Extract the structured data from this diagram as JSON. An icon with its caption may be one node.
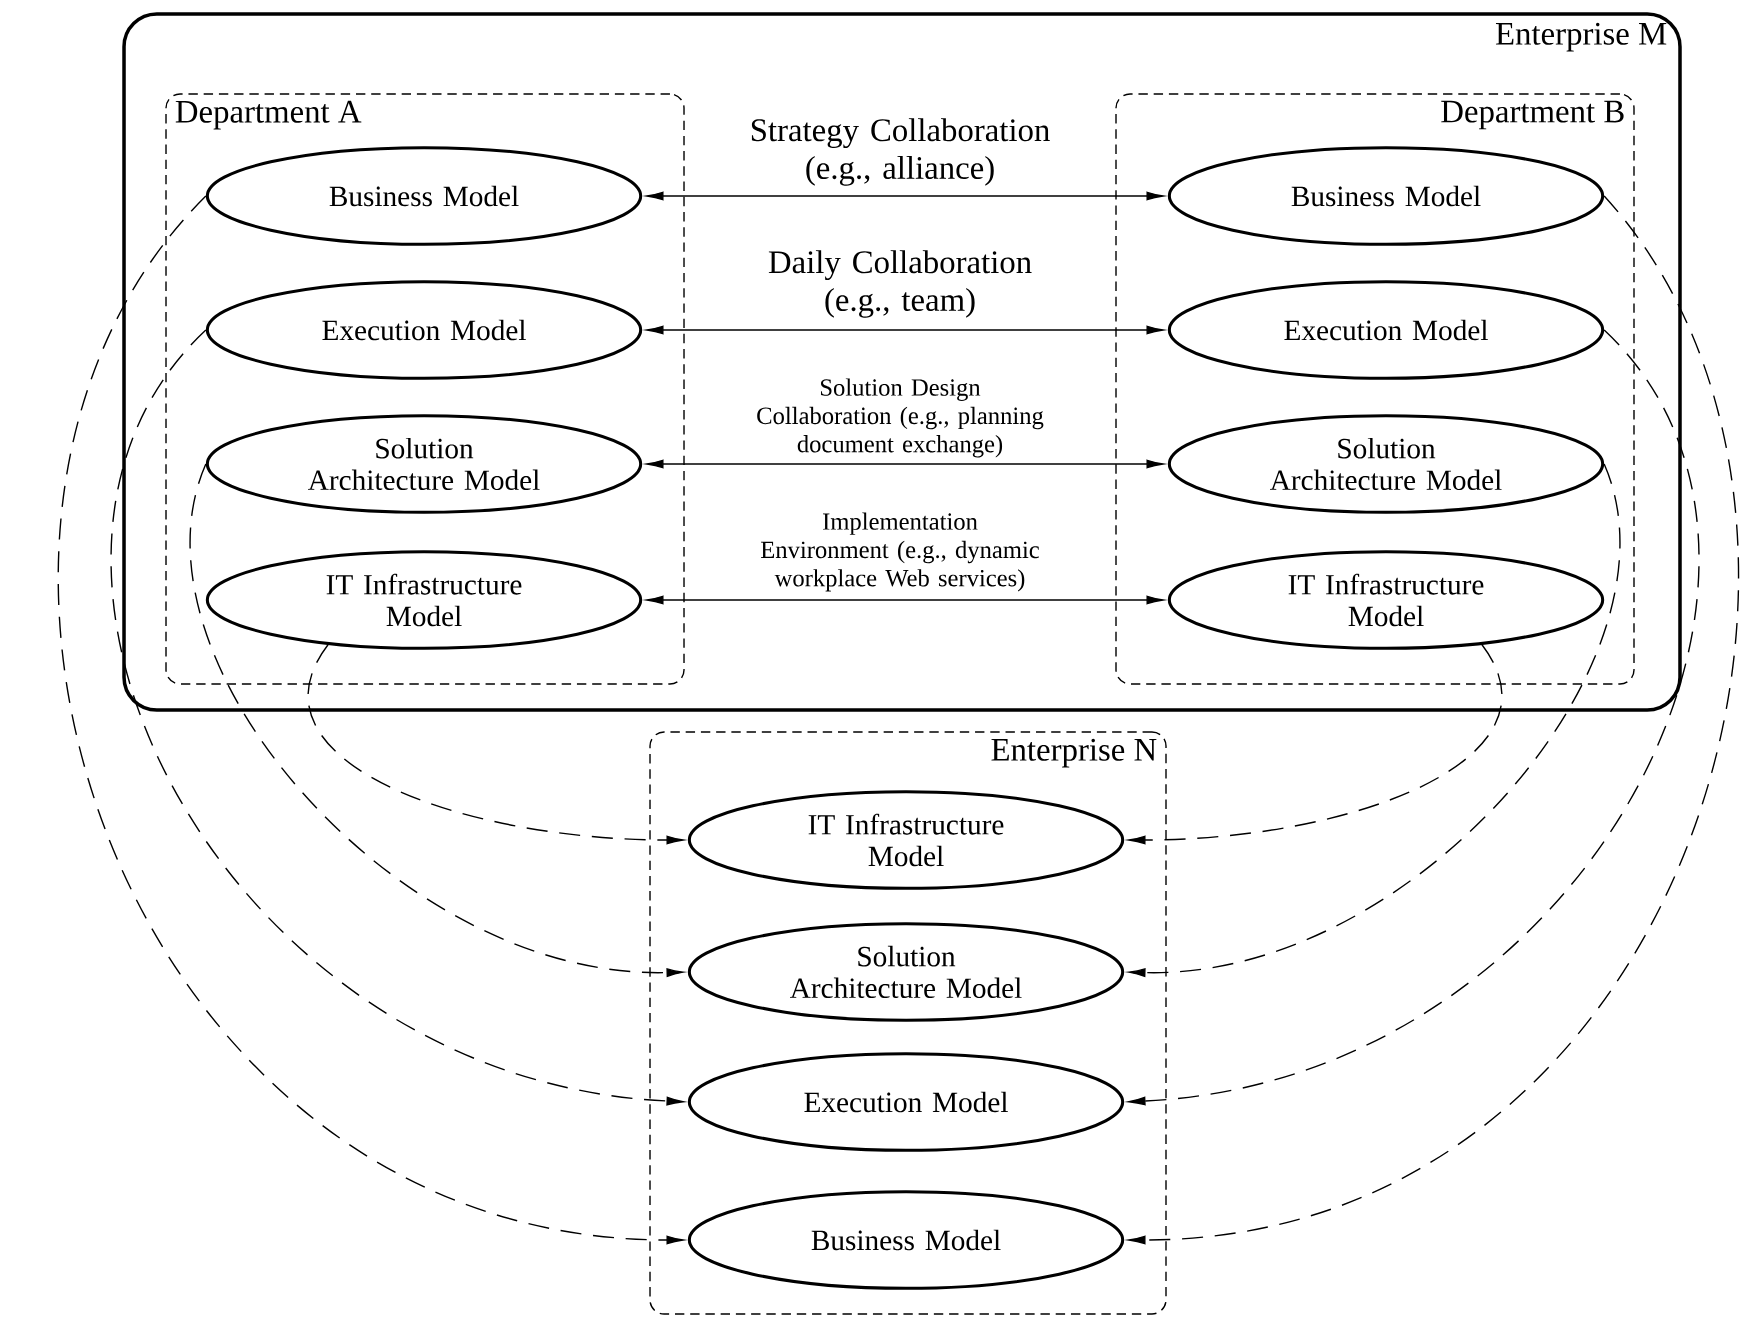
{
  "diagram": {
    "nodes": [
      {
        "text": [
          "Enterprise M"
        ]
      },
      {
        "text": [
          "Department A"
        ],
        "in": 0
      },
      {
        "text": [
          "Business Model"
        ],
        "in": 1
      },
      {
        "text": [
          "Execution Model"
        ],
        "in": 1
      },
      {
        "text": [
          "Solution Architecture Model"
        ],
        "in": 1
      },
      {
        "text": [
          "IT Infrastructure Model"
        ],
        "in": 1
      },
      {
        "text": [
          "Department B"
        ],
        "in": 0
      },
      {
        "text": [
          "Business Model"
        ],
        "in": 6
      },
      {
        "text": [
          "Execution Model"
        ],
        "in": 6
      },
      {
        "text": [
          "Solution Architecture Model"
        ],
        "in": 6
      },
      {
        "text": [
          "IT Infrastructure Model"
        ],
        "in": 6
      },
      {
        "text": [
          "Enterprise N"
        ]
      },
      {
        "text": [
          "IT Infrastructure Model"
        ],
        "in": 11
      },
      {
        "text": [
          "Solution Architecture Model"
        ],
        "in": 11
      },
      {
        "text": [
          "Execution Model"
        ],
        "in": 11
      },
      {
        "text": [
          "Business Model"
        ],
        "in": 11
      }
    ],
    "edges": [
      {
        "from": 2,
        "to": 7,
        "arrow": "both",
        "label": "Strategy Collaboration (e.g., alliance)"
      },
      {
        "from": 3,
        "to": 8,
        "arrow": "both",
        "label": "Daily Collaboration (e.g., team)"
      },
      {
        "from": 4,
        "to": 9,
        "arrow": "both",
        "label": "Solution Design Collaboration (e.g., planning document exchange)"
      },
      {
        "from": 5,
        "to": 10,
        "arrow": "both",
        "label": "Implementation Environment (e.g., dynamic workplace Web services)"
      },
      {
        "from": 2,
        "to": 15,
        "arrow": "to",
        "style": "dashed"
      },
      {
        "from": 3,
        "to": 14,
        "arrow": "to",
        "style": "dashed"
      },
      {
        "from": 4,
        "to": 13,
        "arrow": "to",
        "style": "dashed"
      },
      {
        "from": 5,
        "to": 12,
        "arrow": "to",
        "style": "dashed"
      },
      {
        "from": 7,
        "to": 15,
        "arrow": "to",
        "style": "dashed"
      },
      {
        "from": 8,
        "to": 14,
        "arrow": "to",
        "style": "dashed"
      },
      {
        "from": 9,
        "to": 13,
        "arrow": "to",
        "style": "dashed"
      },
      {
        "from": 10,
        "to": 12,
        "arrow": "to",
        "style": "dashed"
      }
    ]
  }
}
